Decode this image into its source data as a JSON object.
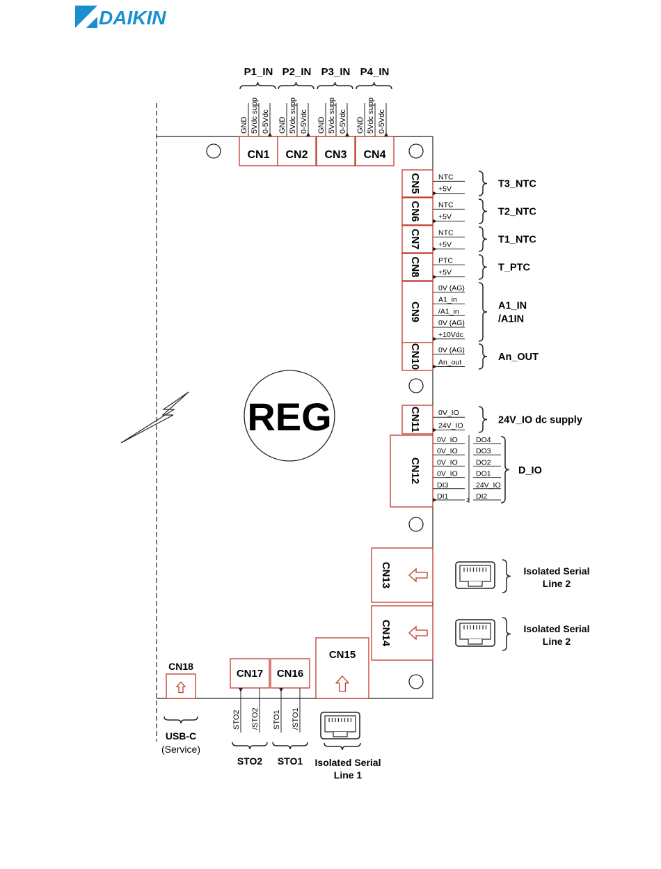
{
  "logo": {
    "text": "DAIKIN",
    "color": "#1a8fd0"
  },
  "board": {
    "center_label": "REG"
  },
  "colors": {
    "connector": "#c0392b",
    "line": "#222222"
  },
  "top_groups": [
    {
      "label": "P1_IN",
      "connector": "CN1",
      "pins": [
        "GND",
        "5Vdc supp",
        "0-5Vdc"
      ]
    },
    {
      "label": "P2_IN",
      "connector": "CN2",
      "pins": [
        "GND",
        "5Vdc supp",
        "0-5Vdc"
      ]
    },
    {
      "label": "P3_IN",
      "connector": "CN3",
      "pins": [
        "GND",
        "5Vdc supp",
        "0-5Vdc"
      ]
    },
    {
      "label": "P4_IN",
      "connector": "CN4",
      "pins": [
        "GND",
        "5Vdc supp",
        "0-5Vdc"
      ]
    }
  ],
  "right_groups": [
    {
      "connector": "CN5",
      "pins": [
        "NTC",
        "+5V"
      ],
      "label": [
        "T3_NTC"
      ]
    },
    {
      "connector": "CN6",
      "pins": [
        "NTC",
        "+5V"
      ],
      "label": [
        "T2_NTC"
      ]
    },
    {
      "connector": "CN7",
      "pins": [
        "NTC",
        "+5V"
      ],
      "label": [
        "T1_NTC"
      ]
    },
    {
      "connector": "CN8",
      "pins": [
        "PTC",
        "+5V"
      ],
      "label": [
        "T_PTC"
      ]
    },
    {
      "connector": "CN9",
      "pins": [
        "0V (AG)",
        "A1_in",
        "/A1_in",
        "0V (AG)",
        "+10Vdc"
      ],
      "label": [
        "A1_IN",
        "/A1IN"
      ]
    },
    {
      "connector": "CN10",
      "pins": [
        "0V (AG)",
        "An_out"
      ],
      "label": [
        "An_OUT"
      ]
    },
    {
      "connector": "CN11",
      "pins": [
        "0V_IO",
        "24V_IO"
      ],
      "label": [
        "24V_IO dc supply"
      ]
    }
  ],
  "cn12": {
    "connector": "CN12",
    "left_pins": [
      "0V_IO",
      "0V_IO",
      "0V_IO",
      "0V_IO",
      "DI3",
      "DI1"
    ],
    "right_pins": [
      "DO4",
      "DO3",
      "DO2",
      "DO1",
      "24V_IO",
      "DI2"
    ],
    "pin_marker": "2",
    "label": "D_IO"
  },
  "serial_right": [
    {
      "connector": "CN13",
      "label": [
        "Isolated Serial",
        "Line 2"
      ]
    },
    {
      "connector": "CN14",
      "label": [
        "Isolated Serial",
        "Line 2"
      ]
    }
  ],
  "bottom": {
    "cn15": {
      "connector": "CN15",
      "label": [
        "Isolated Serial",
        "Line 1"
      ]
    },
    "cn16": {
      "connector": "CN16",
      "pins": [
        "STO1",
        "/STO1"
      ],
      "label": "STO1"
    },
    "cn17": {
      "connector": "CN17",
      "pins": [
        "STO2",
        "/STO2"
      ],
      "label": "STO2"
    },
    "cn18": {
      "connector": "CN18",
      "label": "USB-C",
      "sublabel": "(Service)"
    }
  }
}
